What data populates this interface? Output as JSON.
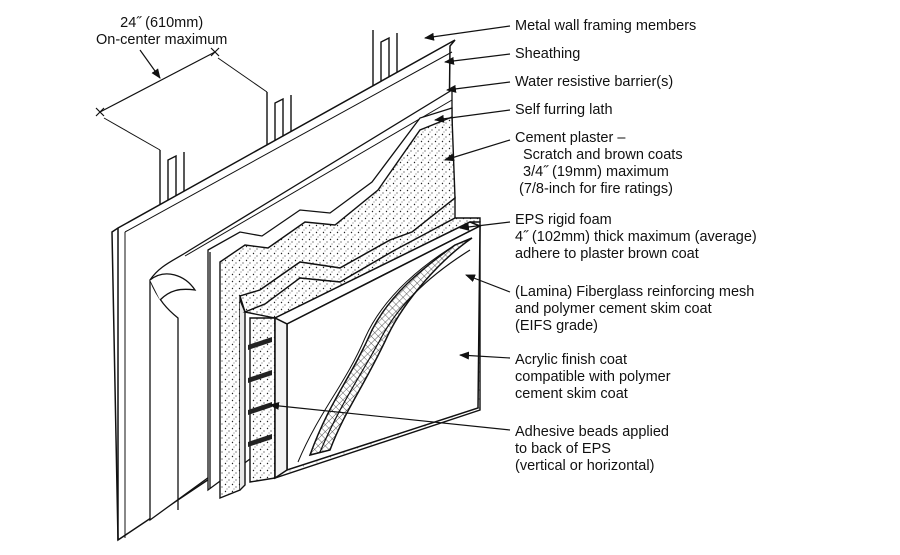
{
  "dimension": {
    "line1": "24˝ (610mm)",
    "line2": "On-center maximum"
  },
  "callouts": [
    {
      "id": "framing",
      "lines": [
        "Metal wall framing members"
      ]
    },
    {
      "id": "sheathing",
      "lines": [
        "Sheathing"
      ]
    },
    {
      "id": "wrb",
      "lines": [
        "Water resistive barrier(s)"
      ]
    },
    {
      "id": "lath",
      "lines": [
        "Self furring lath"
      ]
    },
    {
      "id": "plaster",
      "lines": [
        "Cement plaster –",
        "Scratch and brown coats",
        "3/4˝ (19mm) maximum",
        "(7/8-inch for fire ratings)"
      ]
    },
    {
      "id": "eps",
      "lines": [
        "EPS rigid foam",
        "4˝ (102mm) thick maximum (average)",
        "adhere to plaster brown coat"
      ]
    },
    {
      "id": "lamina",
      "lines": [
        "(Lamina) Fiberglass reinforcing mesh",
        "and polymer cement skim coat",
        "(EIFS grade)"
      ]
    },
    {
      "id": "finish",
      "lines": [
        "Acrylic finish coat",
        "compatible with polymer",
        "cement skim coat"
      ]
    },
    {
      "id": "adhesive",
      "lines": [
        "Adhesive beads applied",
        "to back of EPS",
        "(vertical or horizontal)"
      ]
    }
  ]
}
